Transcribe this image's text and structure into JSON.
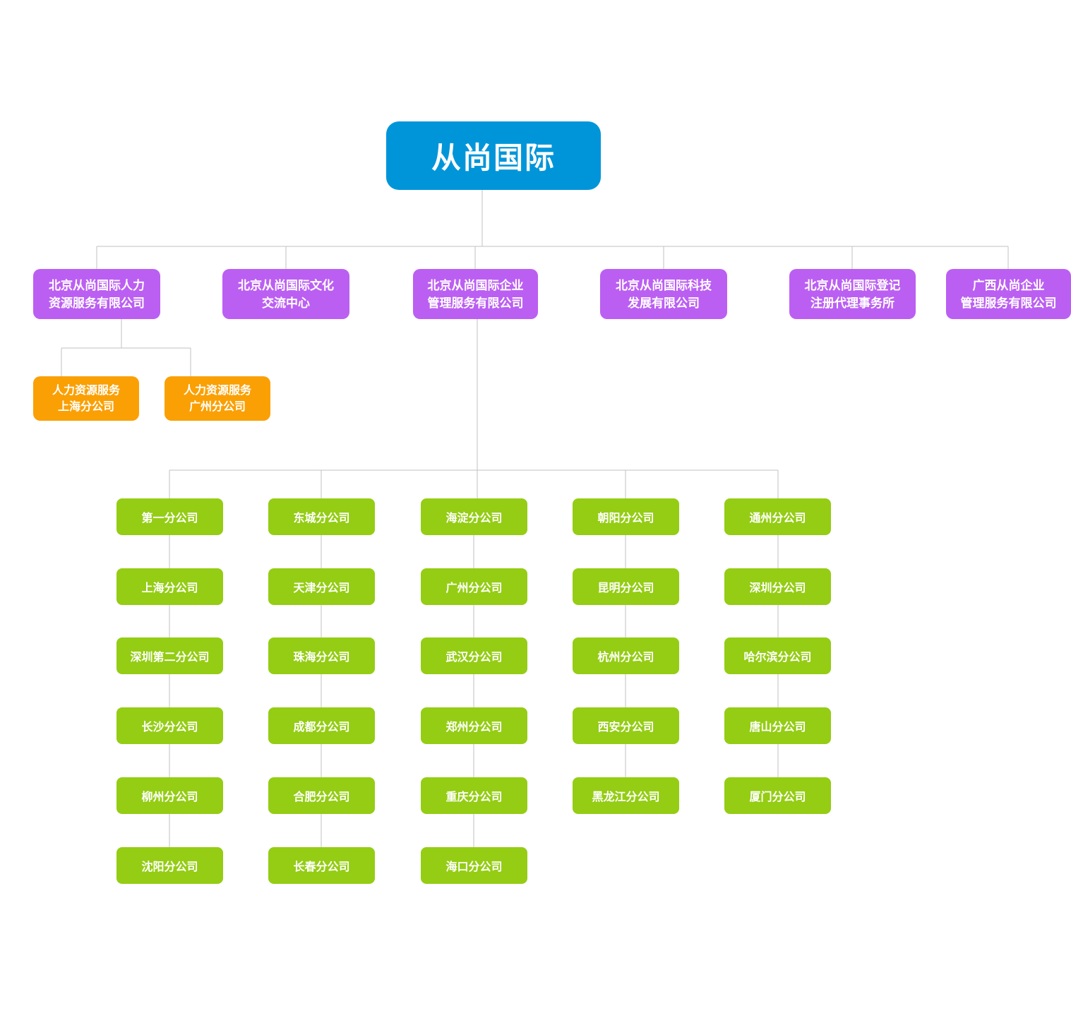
{
  "chart_title": "从尚国际",
  "colors": {
    "root": "#0095d9",
    "level2": "#bb5ff2",
    "sub_orange": "#faa005",
    "branch_green": "#94cd14",
    "connector": "#c2c2c2",
    "text": "#ffffff",
    "background": "#ffffff"
  },
  "root": {
    "label": "从尚国际"
  },
  "level2": [
    {
      "line1": "北京从尚国际人力",
      "line2": "资源服务有限公司"
    },
    {
      "line1": "北京从尚国际文化",
      "line2": "交流中心"
    },
    {
      "line1": "北京从尚国际企业",
      "line2": "管理服务有限公司"
    },
    {
      "line1": "北京从尚国际科技",
      "line2": "发展有限公司"
    },
    {
      "line1": "北京从尚国际登记",
      "line2": "注册代理事务所"
    },
    {
      "line1": "广西从尚企业",
      "line2": "管理服务有限公司"
    }
  ],
  "hr_sub": [
    {
      "line1": "人力资源服务",
      "line2": "上海分公司"
    },
    {
      "line1": "人力资源服务",
      "line2": "广州分公司"
    }
  ],
  "columns": [
    [
      "第一分公司",
      "上海分公司",
      "深圳第二分公司",
      "长沙分公司",
      "柳州分公司",
      "沈阳分公司"
    ],
    [
      "东城分公司",
      "天津分公司",
      "珠海分公司",
      "成都分公司",
      "合肥分公司",
      "长春分公司"
    ],
    [
      "海淀分公司",
      "广州分公司",
      "武汉分公司",
      "郑州分公司",
      "重庆分公司",
      "海口分公司"
    ],
    [
      "朝阳分公司",
      "昆明分公司",
      "杭州分公司",
      "西安分公司",
      "黑龙江分公司"
    ],
    [
      "通州分公司",
      "深圳分公司",
      "哈尔滨分公司",
      "唐山分公司",
      "厦门分公司"
    ]
  ]
}
